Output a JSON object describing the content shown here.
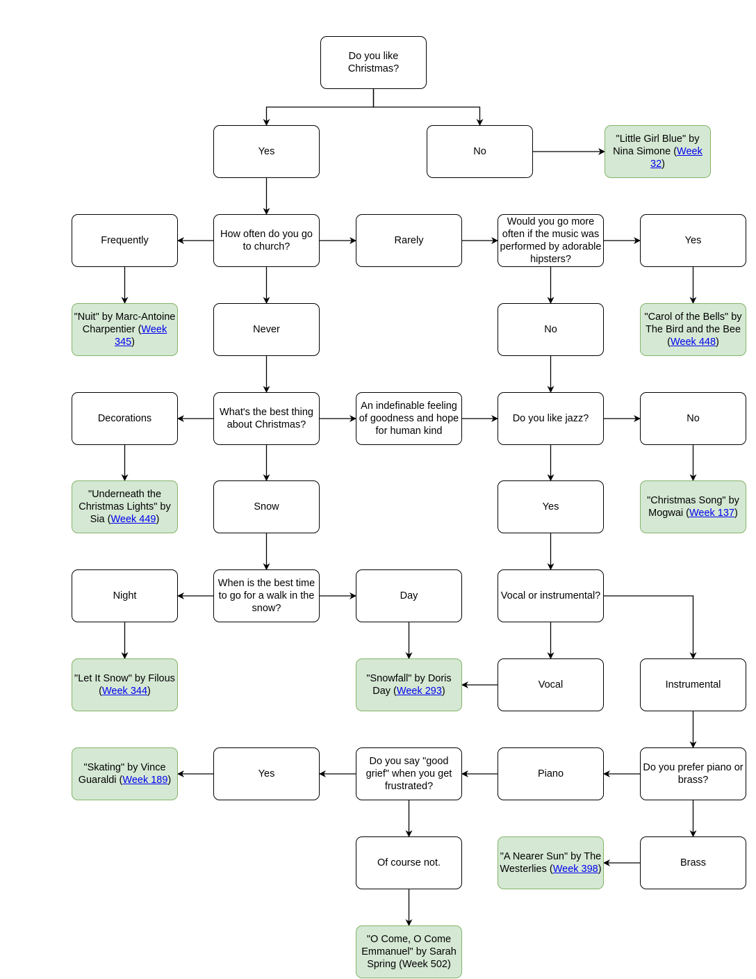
{
  "nodes": {
    "q_christmas": "Do you like Christmas?",
    "a_yes": "Yes",
    "a_no": "No",
    "s_little_girl_blue": {
      "pre": "\"Little Girl Blue\" by Nina Simone (",
      "link": "Week 32",
      "post": ")"
    },
    "q_church": "How often do you go to church?",
    "a_frequently": "Frequently",
    "a_rarely": "Rarely",
    "q_hipsters": "Would you go more often if the music was performed by adorable hipsters?",
    "a_hip_yes": "Yes",
    "s_nuit": {
      "pre": "\"Nuit\" by Marc-Antoine Charpentier (",
      "link": "Week 345",
      "post": ")"
    },
    "a_never": "Never",
    "a_hip_no": "No",
    "s_carol_bells": {
      "pre": "\"Carol of the Bells\" by The Bird and the Bee (",
      "link": "Week 448",
      "post": ")"
    },
    "a_decorations": "Decorations",
    "q_best_thing": "What's the best thing about Christmas?",
    "a_feeling": "An indefinable feeling of goodness and hope for human kind",
    "q_jazz": "Do you like jazz?",
    "a_jazz_no": "No",
    "s_underneath": {
      "pre": "\"Underneath the Christmas Lights\" by Sia (",
      "link": "Week 449",
      "post": ")"
    },
    "a_snow": "Snow",
    "a_jazz_yes": "Yes",
    "s_christmas_song": {
      "pre": "\"Christmas Song\" by Mogwai (",
      "link": "Week 137",
      "post": ")"
    },
    "a_night": "Night",
    "q_walk": "When is the best time to go for a walk in the snow?",
    "a_day": "Day",
    "q_vocal": "Vocal or instrumental?",
    "s_let_it_snow": {
      "pre": "\"Let It Snow\" by Filous (",
      "link": "Week 344",
      "post": ")"
    },
    "s_snowfall": {
      "pre": "\"Snowfall\" by Doris Day (",
      "link": "Week 293",
      "post": ")"
    },
    "a_vocal": "Vocal",
    "a_instrumental": "Instrumental",
    "s_skating": {
      "pre": "\"Skating\" by Vince Guaraldi (",
      "link": "Week 189",
      "post": ")"
    },
    "a_grief_yes": "Yes",
    "q_good_grief": "Do you say \"good grief\" when you get frustrated?",
    "a_piano": "Piano",
    "q_piano_brass": "Do you prefer piano or brass?",
    "a_of_course_not": "Of course not.",
    "s_nearer_sun": {
      "pre": "\"A Nearer Sun\" by The Westerlies (",
      "link": "Week 398",
      "post": ")"
    },
    "a_brass": "Brass",
    "s_o_come": "\"O Come, O Come Emmanuel\" by Sarah Spring (Week 502)"
  },
  "colors": {
    "answer_fill": "#ffffff",
    "song_fill": "#d5e8d4",
    "song_border": "#82b366",
    "link": "#0000ee",
    "stroke": "#000000"
  },
  "edges": [
    [
      "q_christmas",
      "a_yes"
    ],
    [
      "q_christmas",
      "a_no"
    ],
    [
      "a_no",
      "s_little_girl_blue"
    ],
    [
      "a_yes",
      "q_church"
    ],
    [
      "q_church",
      "a_frequently"
    ],
    [
      "q_church",
      "a_rarely"
    ],
    [
      "q_church",
      "a_never"
    ],
    [
      "a_frequently",
      "s_nuit"
    ],
    [
      "a_rarely",
      "q_hipsters"
    ],
    [
      "q_hipsters",
      "a_hip_yes"
    ],
    [
      "q_hipsters",
      "a_hip_no"
    ],
    [
      "a_hip_yes",
      "s_carol_bells"
    ],
    [
      "a_hip_no",
      "q_jazz"
    ],
    [
      "a_never",
      "q_best_thing"
    ],
    [
      "q_best_thing",
      "a_decorations"
    ],
    [
      "q_best_thing",
      "a_feeling"
    ],
    [
      "q_best_thing",
      "a_snow"
    ],
    [
      "a_decorations",
      "s_underneath"
    ],
    [
      "a_feeling",
      "q_jazz"
    ],
    [
      "q_jazz",
      "a_jazz_no"
    ],
    [
      "q_jazz",
      "a_jazz_yes"
    ],
    [
      "a_jazz_no",
      "s_christmas_song"
    ],
    [
      "a_snow",
      "q_walk"
    ],
    [
      "q_walk",
      "a_night"
    ],
    [
      "q_walk",
      "a_day"
    ],
    [
      "a_night",
      "s_let_it_snow"
    ],
    [
      "a_day",
      "s_snowfall"
    ],
    [
      "a_jazz_yes",
      "q_vocal"
    ],
    [
      "q_vocal",
      "a_vocal"
    ],
    [
      "q_vocal",
      "a_instrumental"
    ],
    [
      "a_vocal",
      "s_snowfall"
    ],
    [
      "a_instrumental",
      "q_piano_brass"
    ],
    [
      "q_piano_brass",
      "a_piano"
    ],
    [
      "q_piano_brass",
      "a_brass"
    ],
    [
      "a_piano",
      "q_good_grief"
    ],
    [
      "q_good_grief",
      "a_grief_yes"
    ],
    [
      "a_grief_yes",
      "s_skating"
    ],
    [
      "q_good_grief",
      "a_of_course_not"
    ],
    [
      "a_of_course_not",
      "s_o_come"
    ],
    [
      "a_brass",
      "s_nearer_sun"
    ]
  ]
}
